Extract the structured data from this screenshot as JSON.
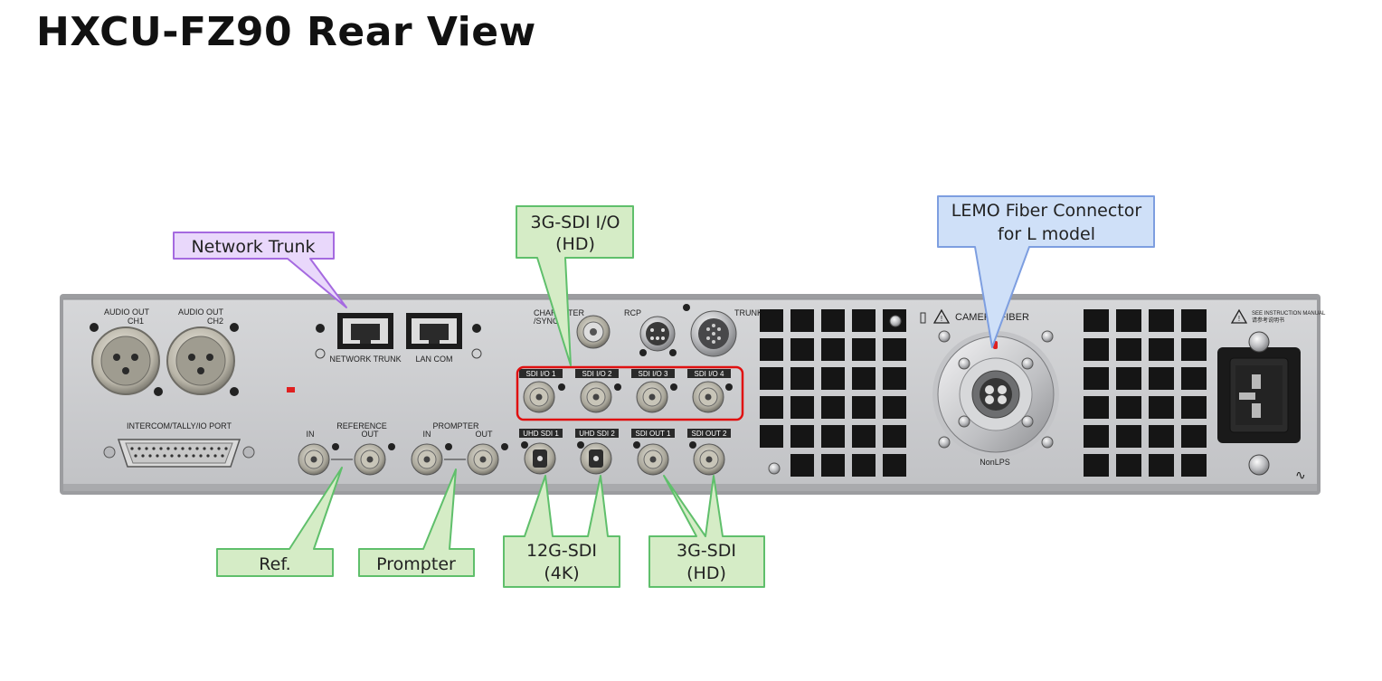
{
  "title": "HXCU-FZ90 Rear View",
  "panel_labels": {
    "audio_out_ch1": [
      "AUDIO OUT",
      "CH1"
    ],
    "audio_out_ch2": [
      "AUDIO OUT",
      "CH2"
    ],
    "intercom": "INTERCOM/TALLY/IO PORT",
    "network_trunk": "NETWORK TRUNK",
    "lan_com": "LAN COM",
    "character_sync": [
      "CHARACTER",
      "/SYNC"
    ],
    "rcp": "RCP",
    "trunk": "TRUNK",
    "camera_fiber": "CAMERA FIBER",
    "nonlps": "NonLPS",
    "see_manual": [
      "SEE INSTRUCTION MANUAL",
      "请参考说明书"
    ],
    "reference": "REFERENCE",
    "prompter": "PROMPTER",
    "in": "IN",
    "out": "OUT",
    "sdi_io": [
      "SDI I/O 1",
      "SDI I/O 2",
      "SDI I/O 3",
      "SDI I/O 4"
    ],
    "out_row": [
      "UHD SDI 1",
      "UHD SDI 2",
      "SDI OUT 1",
      "SDI OUT 2"
    ],
    "ac_symbol": "∿"
  },
  "callouts": {
    "network_trunk": "Network Trunk",
    "sdi_io": [
      "3G-SDI I/O",
      "(HD)"
    ],
    "lemo": [
      "LEMO Fiber Connector",
      "for L model"
    ],
    "ref": "Ref.",
    "prompter": "Prompter",
    "uhd": [
      "12G-SDI",
      "(4K)"
    ],
    "hd_out": [
      "3G-SDI",
      "(HD)"
    ]
  },
  "colors": {
    "callout_green_fill": "#d5ecc6",
    "callout_green_stroke": "#5fbf6b",
    "callout_purple_fill": "#e9d8fb",
    "callout_purple_stroke": "#a56ae0",
    "callout_blue_fill": "#cfe0f8",
    "callout_blue_stroke": "#7d9ee0",
    "highlight_red": "#e01010",
    "panel": "#c7c8cb"
  }
}
